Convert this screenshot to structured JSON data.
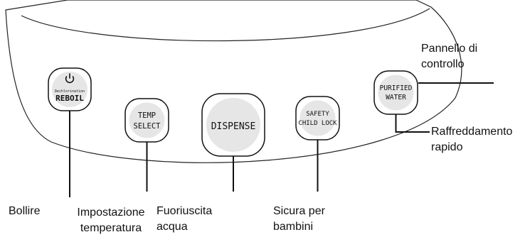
{
  "buttons": {
    "reboil": {
      "icon": "power-icon",
      "small_label": "Dechlorination",
      "label": "REBOIL"
    },
    "temp_select": {
      "line1": "TEMP",
      "line2": "SELECT"
    },
    "dispense": {
      "label": "DISPENSE"
    },
    "child_lock": {
      "line1": "SAFETY",
      "line2": "CHILD LOCK"
    },
    "purified_water": {
      "line1": "PURIFIED",
      "line2": "WATER"
    }
  },
  "callouts": {
    "bollire": "Bollire",
    "impostazione_1": "Impostazione",
    "impostazione_2": "temperatura",
    "fuoriuscita_1": "Fuoriuscita",
    "fuoriuscita_2": "acqua",
    "sicura_1": "Sicura per",
    "sicura_2": "bambini",
    "pannello_1": "Pannello di",
    "pannello_2": "controllo",
    "raffreddamento_1": "Raffreddamento",
    "raffreddamento_2": "rapido"
  }
}
